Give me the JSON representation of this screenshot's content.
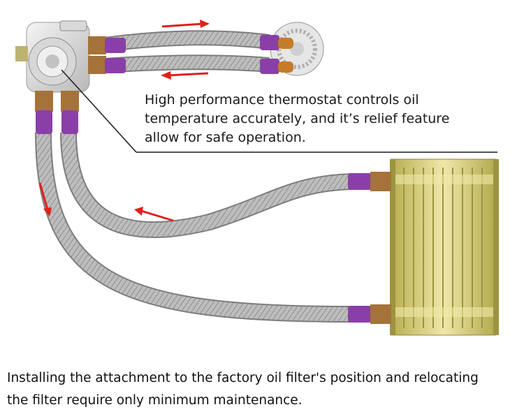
{
  "callout": {
    "lines": [
      "High performance thermostat controls oil",
      "temperature accurately, and it’s relief feature",
      "allow for safe operation."
    ]
  },
  "caption": {
    "lines": [
      "Installing the attachment to the factory oil filter's position and relocating",
      "the filter require only minimum maintenance."
    ]
  },
  "colors": {
    "hose": "#b9b9b9",
    "fitting_purple": "#8a3fa8",
    "fitting_brass": "#a5723a",
    "cooler_gold": "#d8cf78",
    "arrow_red": "#e0201b"
  },
  "icons": [
    "filter-adapter-block",
    "thermostat-housing",
    "oil-cooler",
    "flow-arrow"
  ]
}
